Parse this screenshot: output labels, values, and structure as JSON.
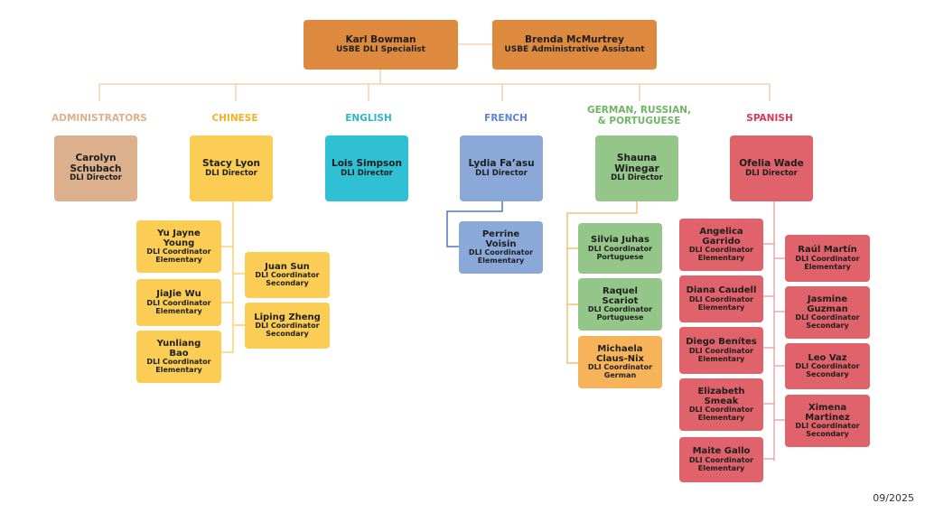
{
  "colors": {
    "top": "#de8a3e",
    "administrators": "#dcb08c",
    "chinese": "#fbcd55",
    "english": "#2fc1d3",
    "french": "#8aa9d9",
    "german_green": "#94c68a",
    "german_orange": "#f7b35a",
    "spanish": "#e0636b"
  },
  "top": [
    {
      "name": "Karl Bowman",
      "role": "USBE DLI Specialist"
    },
    {
      "name": "Brenda McMurtrey",
      "role": "USBE Administrative Assistant"
    }
  ],
  "headers": {
    "administrators": "ADMINISTRATORS",
    "chinese": "CHINESE",
    "english": "ENGLISH",
    "french": "FRENCH",
    "german": "GERMAN, RUSSIAN,\n& PORTUGUESE",
    "spanish": "SPANISH"
  },
  "directors": {
    "administrators": {
      "name": "Carolyn Schubach",
      "role": "DLI Director"
    },
    "chinese": {
      "name": "Stacy Lyon",
      "role": "DLI Director"
    },
    "english": {
      "name": "Lois Simpson",
      "role": "DLI Director"
    },
    "french": {
      "name": "Lydia Fa’asu",
      "role": "DLI Director"
    },
    "german": {
      "name": "Shauna Winegar",
      "role": "DLI Director"
    },
    "spanish": {
      "name": "Ofelia Wade",
      "role": "DLI Director"
    }
  },
  "coordinators": {
    "chinese_left": [
      {
        "name": "Yu Jayne Young",
        "role": "DLI Coordinator\nElementary"
      },
      {
        "name": "JiaJie Wu",
        "role": "DLI Coordinator\nElementary"
      },
      {
        "name": "Yunliang Bao",
        "role": "DLI Coordinator\nElementary"
      }
    ],
    "chinese_right": [
      {
        "name": "Juan Sun",
        "role": "DLI Coordinator\nSecondary"
      },
      {
        "name": "Liping Zheng",
        "role": "DLI Coordinator\nSecondary"
      }
    ],
    "french": [
      {
        "name": "Perrine Voisin",
        "role": "DLI Coordinator\nElementary"
      }
    ],
    "german": [
      {
        "name": "Silvia Juhas",
        "role": "DLI Coordinator\nPortuguese"
      },
      {
        "name": "Raquel Scariot",
        "role": "DLI Coordinator\nPortuguese"
      },
      {
        "name": "Michaela Claus-Nix",
        "role": "DLI Coordinator\nGerman"
      }
    ],
    "spanish_left": [
      {
        "name": "Angelica Garrido",
        "role": "DLI Coordinator\nElementary"
      },
      {
        "name": "Diana Caudell",
        "role": "DLI Coordinator\nElementary"
      },
      {
        "name": "Diego Benítes",
        "role": "DLI Coordinator\nElementary"
      },
      {
        "name": "Elizabeth Smeak",
        "role": "DLI Coordinator\nElementary"
      },
      {
        "name": "Maite Gallo",
        "role": "DLI Coordinator\nElementary"
      }
    ],
    "spanish_right": [
      {
        "name": "Raúl Martín",
        "role": "DLI Coordinator\nElementary"
      },
      {
        "name": "Jasmine Guzman",
        "role": "DLI Coordinator\nSecondary"
      },
      {
        "name": "Leo Vaz",
        "role": "DLI Coordinator\nSecondary"
      },
      {
        "name": "Ximena Martinez",
        "role": "DLI Coordinator\nSecondary"
      }
    ]
  },
  "date": "09/2025"
}
